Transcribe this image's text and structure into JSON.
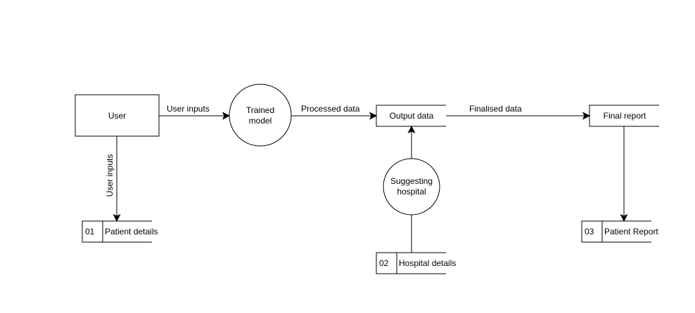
{
  "nodes": {
    "user": {
      "label": "User"
    },
    "trained_model": {
      "line1": "Trained",
      "line2": "model"
    },
    "output_data": {
      "label": "Output data"
    },
    "final_report": {
      "label": "Final report"
    },
    "suggesting_hospital": {
      "line1": "Suggesting",
      "line2": "hospital"
    },
    "patient_details": {
      "id": "01",
      "label": "Patient details"
    },
    "hospital_details": {
      "id": "02",
      "label": "Hospital details"
    },
    "patient_report": {
      "id": "03",
      "label": "Patient Report"
    }
  },
  "edges": {
    "user_to_model": {
      "label": "User inputs"
    },
    "model_to_output": {
      "label": "Processed data"
    },
    "output_to_report": {
      "label": "Finalised data"
    },
    "user_to_patient_details": {
      "label": "User inputs"
    }
  }
}
